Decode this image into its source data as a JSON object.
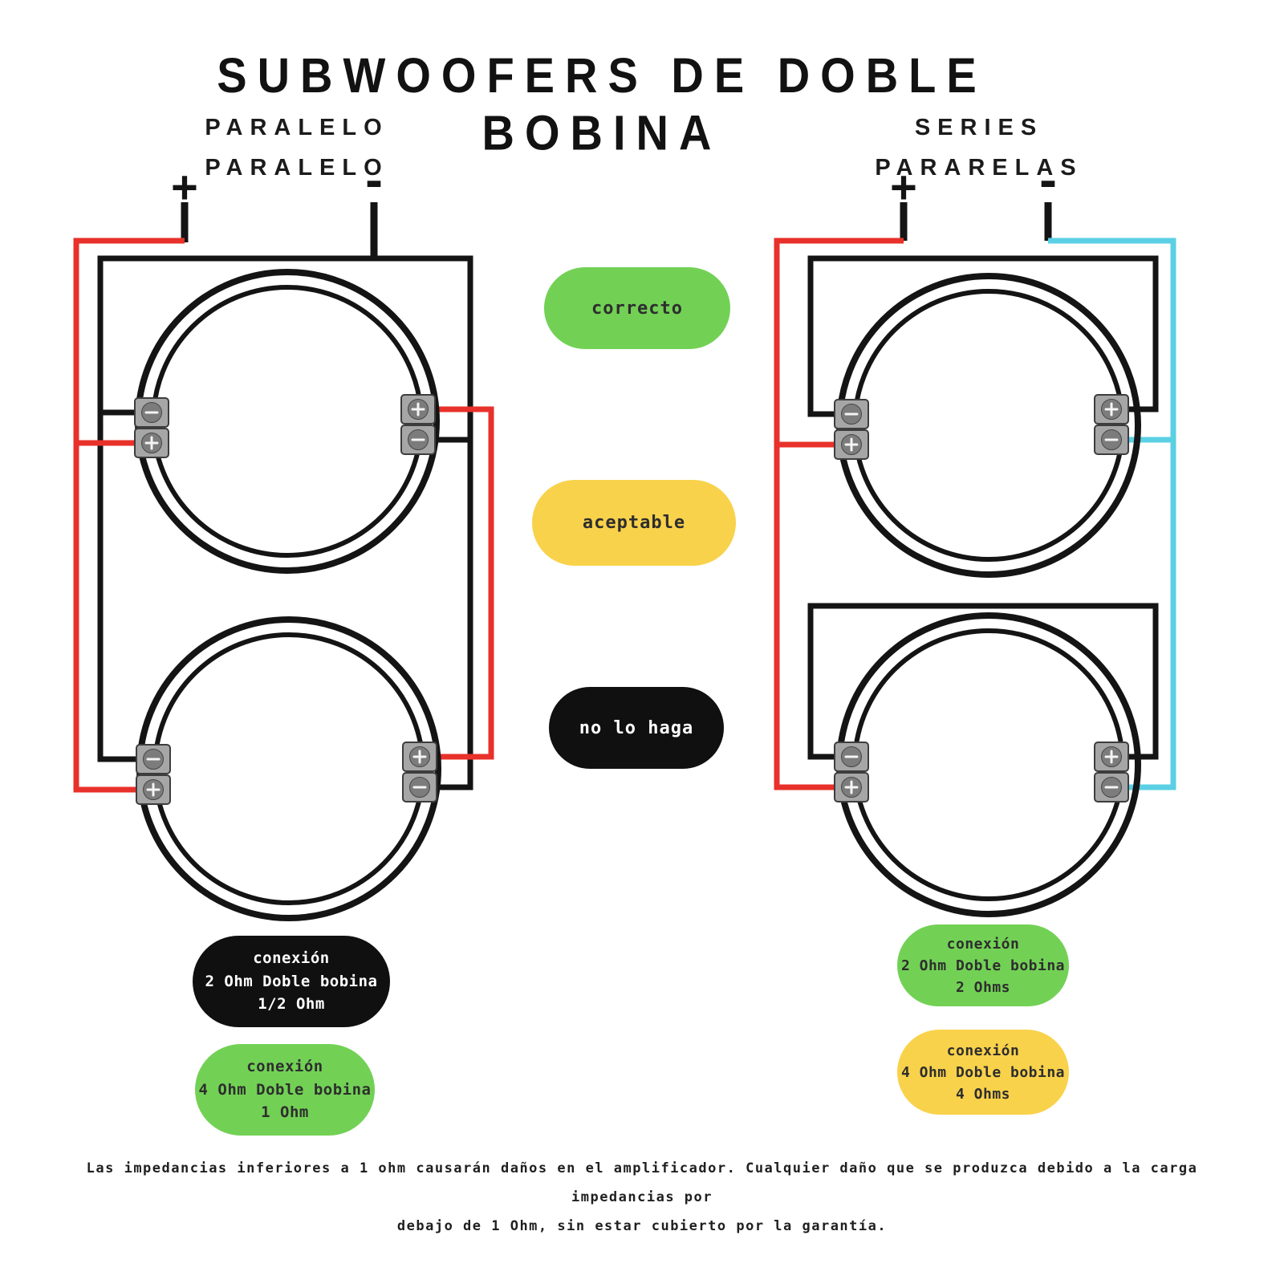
{
  "title": "SUBWOOFERS DE DOBLE BOBINA",
  "left_diagram": {
    "heading_line1": "PARALELO",
    "heading_line2": "PARALELO",
    "positive": "+",
    "negative": "-"
  },
  "right_diagram": {
    "heading_line1": "SERIES",
    "heading_line2": "PARARELAS",
    "positive": "+",
    "negative": "-"
  },
  "legend": [
    {
      "label": "correcto"
    },
    {
      "label": "aceptable"
    },
    {
      "label": "no lo haga"
    }
  ],
  "connections": [
    {
      "lines": [
        "conexión",
        "2 Ohm Doble bobina",
        "1/2 Ohm"
      ]
    },
    {
      "lines": [
        "conexión",
        "4 Ohm Doble bobina",
        "1 Ohm"
      ]
    },
    {
      "lines": [
        "conexión",
        "2 Ohm Doble bobina",
        "2 Ohms"
      ]
    },
    {
      "lines": [
        "conexión",
        "4 Ohm Doble bobina",
        "4 Ohms"
      ]
    }
  ],
  "footer": {
    "line1": "Las impedancias inferiores a 1 ohm causarán daños en el amplificador. Cualquier daño que se produzca debido a la carga impedancias por",
    "line2": "debajo de 1 Ohm, sin estar cubierto por la garantía."
  },
  "colors": {
    "wire-positive": "#e8312a",
    "wire-negative": "#5bd0e4",
    "wire-dark": "#141414",
    "accent-green": "#72d155",
    "accent-yellow": "#f9d24b",
    "accent-black": "#101010",
    "text-dark": "#2e2e2e",
    "text-light": "#ffffff"
  }
}
